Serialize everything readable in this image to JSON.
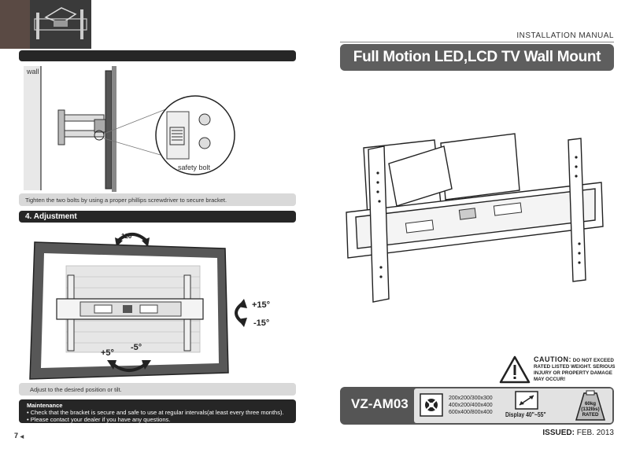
{
  "left_page": {
    "section3_bar_title": "",
    "wall_label": "wall",
    "safety_bolt_label": "safety bolt",
    "tighten_note": "Tighten the two bolts by using a proper phillips screwdriver to secure bracket.",
    "adjustment_title": "4. Adjustment",
    "swivel_label": "120°",
    "tilt_up": "+15°",
    "tilt_down": "-15°",
    "level_plus": "+5°",
    "level_minus": "-5°",
    "adjust_note": "Adjust to the desired position or tilt.",
    "maintenance": {
      "title": "Maintenance",
      "items": [
        "•  Check that the bracket is secure and safe to use at regular intervals(at least every three months).",
        "•  Please contact your dealer if you have any questions."
      ]
    },
    "page_number": "7"
  },
  "right_page": {
    "header": "INSTALLATION MANUAL",
    "title": "Full Motion LED,LCD TV Wall Mount",
    "caution": {
      "word": "CAUTION:",
      "line1": "DO NOT EXCEED",
      "line2": "RATED LISTED WEIGHT. SERIOUS",
      "line3": "INJURY OR PROPERTY DAMAGE",
      "line4": "MAY OCCUR!"
    },
    "model": "VZ-AM03",
    "vesa": [
      "200x200/300x300",
      "400x200/400x400",
      "600x400/800x400"
    ],
    "display": "Display 40\"~55\"",
    "weight_line1": "60kg",
    "weight_line2": "(132lbs)",
    "weight_line3": "RATED",
    "issued_label": "ISSUED:",
    "issued_date": "FEB. 2013"
  },
  "colors": {
    "dark_bar": "#262626",
    "gray_bar": "#d9d9d9",
    "model_panel": "#555555",
    "corner_tab": "#5a4a44"
  }
}
